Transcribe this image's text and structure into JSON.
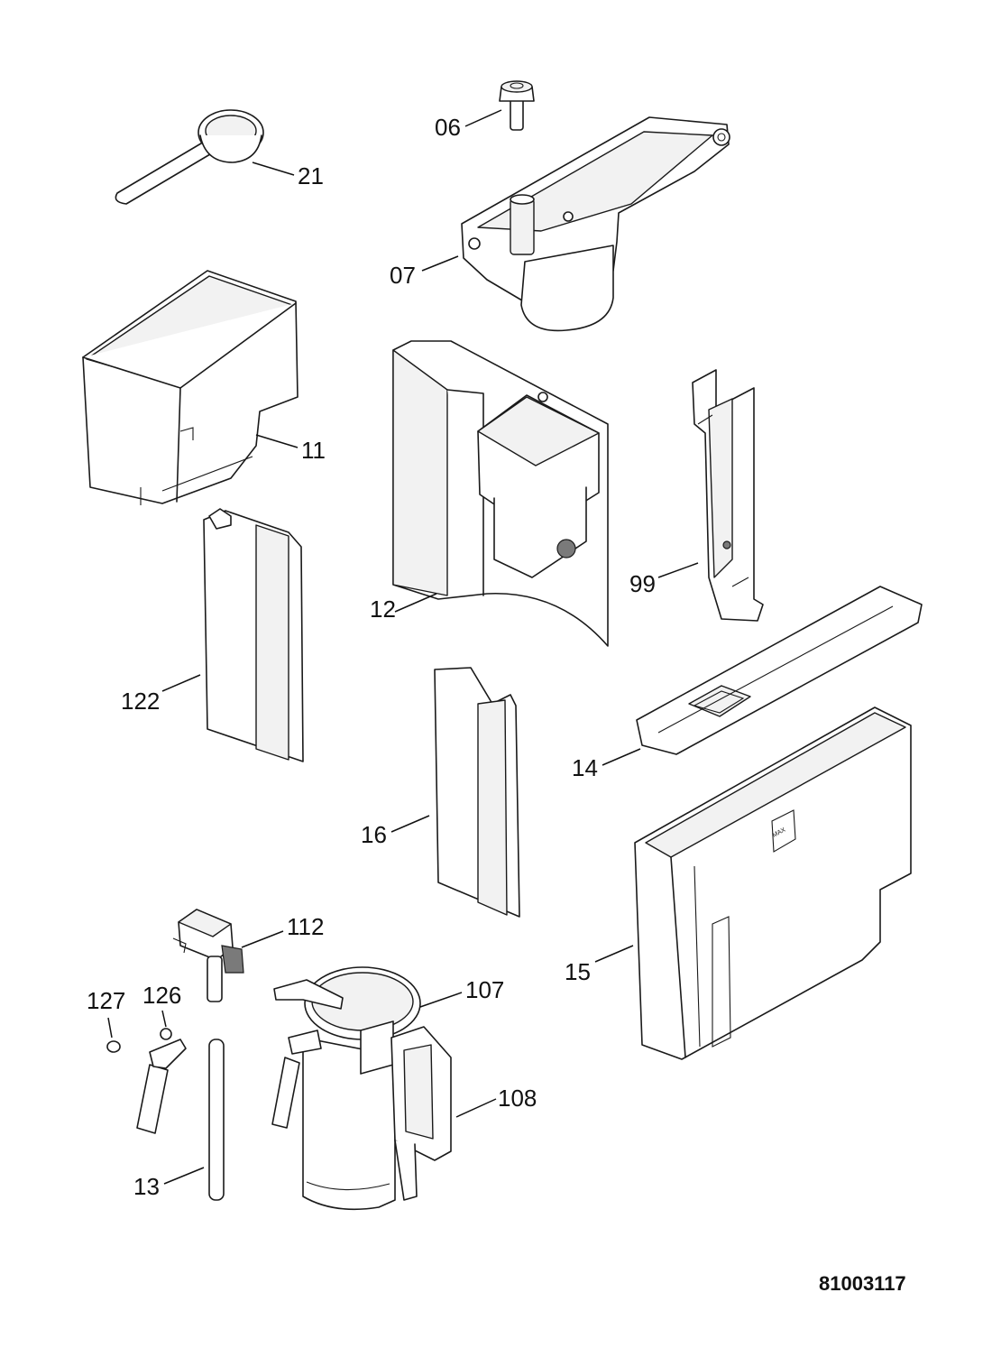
{
  "diagram": {
    "drawing_number": "81003117",
    "callouts": {
      "p06": "06",
      "p21": "21",
      "p07": "07",
      "p11": "11",
      "p12": "12",
      "p99": "99",
      "p122": "122",
      "p14": "14",
      "p16": "16",
      "p15": "15",
      "p112": "112",
      "p107": "107",
      "p127": "127",
      "p126": "126",
      "p108": "108",
      "p13": "13"
    },
    "tank_marking": "MAX"
  }
}
